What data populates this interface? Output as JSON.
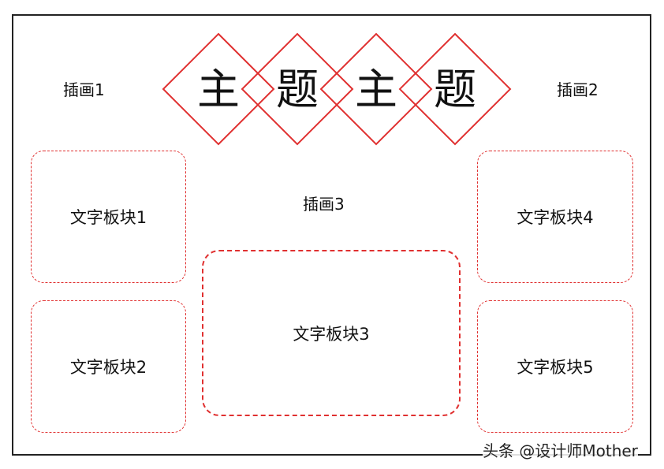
{
  "title": {
    "chars": [
      "主",
      "题",
      "主",
      "题"
    ],
    "diamond_color": "#e03030"
  },
  "illustrations": {
    "one": "插画1",
    "two": "插画2",
    "three": "插画3"
  },
  "text_blocks": {
    "block1": "文字板块1",
    "block2": "文字板块2",
    "block3": "文字板块3",
    "block4": "文字板块4",
    "block5": "文字板块5"
  },
  "watermark": "头条 @设计师Mother",
  "colors": {
    "accent": "#e03030",
    "frame": "#222222"
  }
}
